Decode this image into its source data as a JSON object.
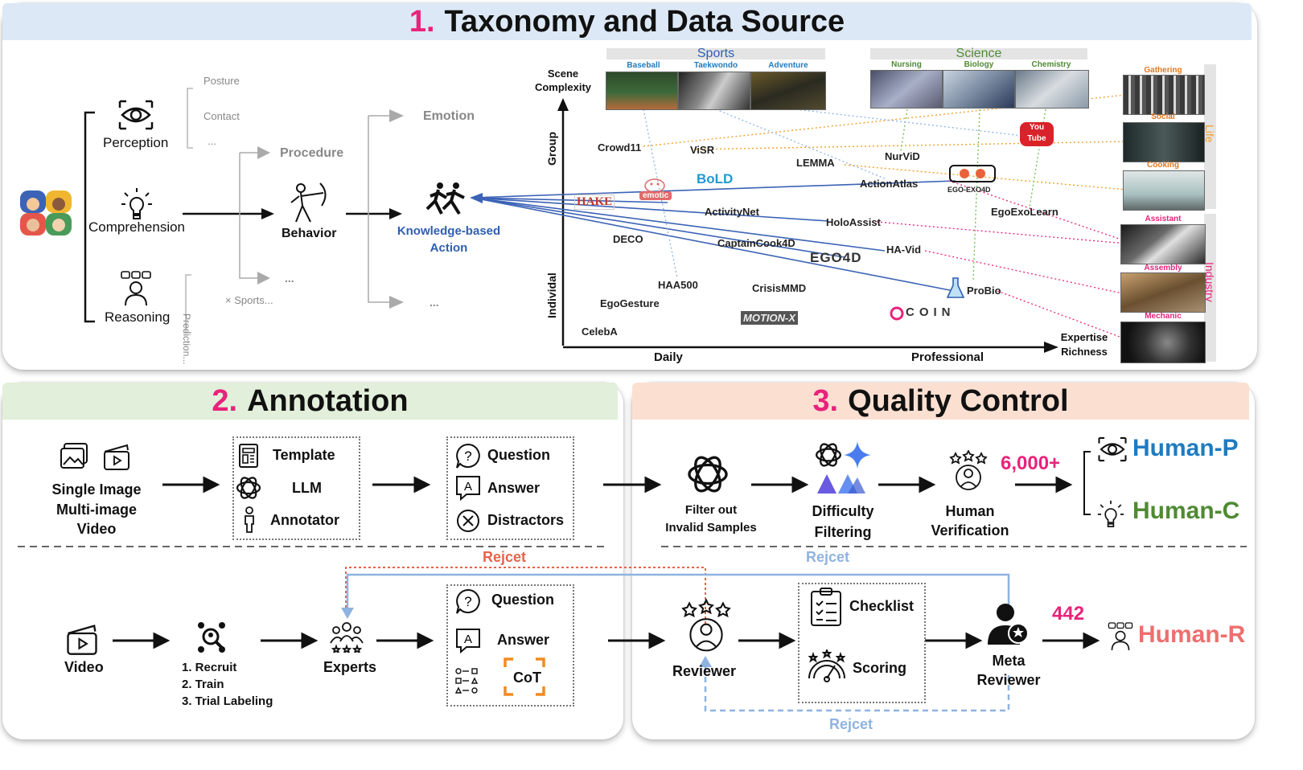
{
  "section1": {
    "num": "1.",
    "title": "Taxonomy and Data Source",
    "taxonomy": {
      "perception": "Perception",
      "comprehension": "Comprehension",
      "reasoning": "Reasoning",
      "posture": "Posture",
      "contact": "Contact",
      "ellipsis1": "...",
      "prediction": "Prediction...",
      "sports": "× Sports...",
      "procedure": "Procedure",
      "ellipsis2": "...",
      "behavior": "Behavior",
      "emotion": "Emotion",
      "ellipsis3": "...",
      "knowledge_action_line1": "Knowledge-based",
      "knowledge_action_line2": "Action"
    },
    "plot": {
      "y_top_label_line1": "Scene",
      "y_top_label_line2": "Complexity",
      "y_group": "Group",
      "y_individual": "Individal",
      "x_daily": "Daily",
      "x_professional": "Professional",
      "x_end_line1": "Expertise",
      "x_end_line2": "Richness",
      "sports_header": "Sports",
      "sports_items": [
        "Baseball",
        "Taekwondo",
        "Adventure"
      ],
      "science_header": "Science",
      "science_items": [
        "Nursing",
        "Biology",
        "Chemistry"
      ],
      "life_label": "Life",
      "industry_label": "Industry",
      "life_items": [
        "Gathering",
        "Social",
        "Cooking"
      ],
      "industry_items": [
        "Assistant",
        "Assembly",
        "Mechanic"
      ],
      "datasets": [
        "Crowd11",
        "ViSR",
        "LEMMA",
        "NurViD",
        "ActionAtlas",
        "BoLD",
        "HAKE",
        "emotic",
        "ActivityNet",
        "HoloAssist",
        "EgoExoLearn",
        "DECO",
        "CaptainCook4D",
        "EGO4D",
        "HA-Vid",
        "HAA500",
        "CrisisMMD",
        "ProBio",
        "EgoGesture",
        "MOTION-X",
        "COIN",
        "CelebA",
        "EGO-EXO4D",
        "You Tube"
      ]
    }
  },
  "section2": {
    "num": "2.",
    "title": "Annotation",
    "input_line1": "Single Image",
    "input_line2": "Multi-image",
    "input_line3": "Video",
    "tools": [
      "Template",
      "LLM",
      "Annotator"
    ],
    "outputs": [
      "Question",
      "Answer",
      "Distractors"
    ],
    "reject_label": "Rejcet",
    "video_label": "Video",
    "steps": [
      "1. Recruit",
      "2. Train",
      "3. Trial Labeling"
    ],
    "experts": "Experts",
    "outputs2": [
      "Question",
      "Answer",
      "CoT"
    ]
  },
  "section3": {
    "num": "3.",
    "title": "Quality Control",
    "filter_line1": "Filter out",
    "filter_line2": "Invalid Samples",
    "difficulty_line1": "Difficulty",
    "difficulty_line2": "Filtering",
    "human_line1": "Human",
    "human_line2": "Verification",
    "count_top": "6,000+",
    "human_p": "Human-P",
    "human_c": "Human-C",
    "reject_top": "Rejcet",
    "reviewer": "Reviewer",
    "checklist": "Checklist",
    "scoring": "Scoring",
    "meta_line1": "Meta",
    "meta_line2": "Reviewer",
    "count_bottom": "442",
    "human_r": "Human-R",
    "reject_bottom": "Rejcet"
  },
  "colors": {
    "pink": "#e8237b",
    "blue_accent": "#2f5fb0",
    "human_p": "#1f7bc0",
    "human_c": "#4f8a34",
    "human_r": "#ee6f6f",
    "reject_red": "#e8624a",
    "reject_blue": "#8fb3e0",
    "banner1": "#dce8f5",
    "banner2": "#e2efda",
    "banner3": "#fbe0d2"
  }
}
